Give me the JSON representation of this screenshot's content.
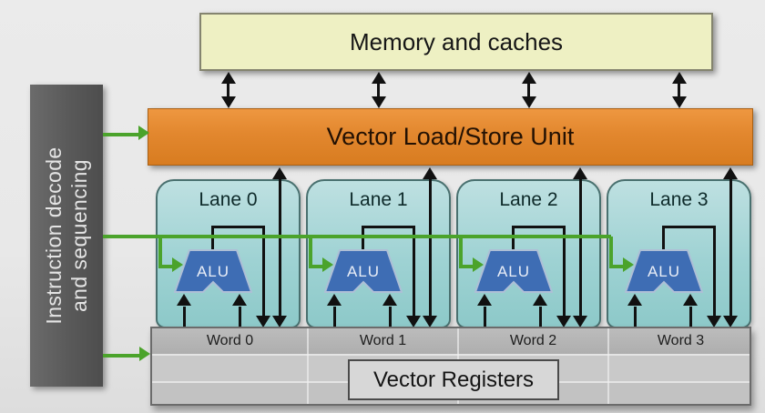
{
  "memory": {
    "label": "Memory and caches"
  },
  "lsu": {
    "label": "Vector Load/Store Unit"
  },
  "decoder": {
    "line1": "Instruction decode",
    "line2": "and sequencing"
  },
  "lanes": [
    {
      "label": "Lane 0",
      "alu_label": "ALU"
    },
    {
      "label": "Lane 1",
      "alu_label": "ALU"
    },
    {
      "label": "Lane 2",
      "alu_label": "ALU"
    },
    {
      "label": "Lane 3",
      "alu_label": "ALU"
    }
  ],
  "registers": {
    "label": "Vector Registers",
    "words": [
      "Word 0",
      "Word 1",
      "Word 2",
      "Word 3"
    ]
  },
  "colors": {
    "memory-fill": "#eef0c3",
    "lsu-fill": "#e2872e",
    "lane-fill": "#9ed2d3",
    "alu-fill": "#3e6db4",
    "green": "#4ba32b",
    "sidebar-fill": "#595959",
    "arrow": "#111111"
  }
}
